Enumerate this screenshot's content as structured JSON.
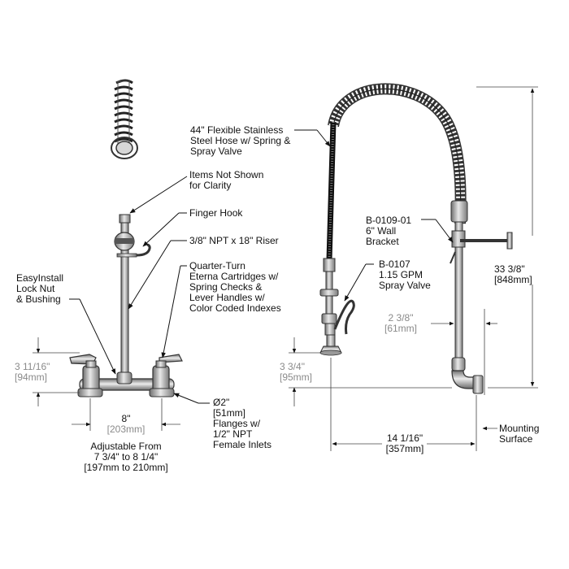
{
  "callouts": {
    "hose": [
      "44\" Flexible Stainless",
      "Steel Hose w/ Spring &",
      "Spray Valve"
    ],
    "items_not_shown": [
      "Items Not Shown",
      "for Clarity"
    ],
    "finger_hook": "Finger Hook",
    "riser": "3/8\" NPT x 18\" Riser",
    "easyinstall": [
      "EasyInstall",
      "Lock Nut",
      "& Bushing"
    ],
    "quarter_turn": [
      "Quarter-Turn",
      "Eterna Cartridges w/",
      "Spring Checks &",
      "Lever Handles w/",
      "Color Coded Indexes"
    ],
    "bracket": [
      "B-0109-01",
      "6\" Wall",
      "Bracket"
    ],
    "spray_valve": [
      "B-0107",
      "1.15 GPM",
      "Spray Valve"
    ],
    "flanges": [
      "Ø2\"",
      "[51mm]",
      "Flanges w/",
      "1/2\" NPT",
      "Female Inlets"
    ],
    "mounting": [
      "Mounting",
      "Surface"
    ]
  },
  "dimensions": {
    "height_total": {
      "imperial": "33 3/8\"",
      "metric": "[848mm]"
    },
    "offset_left": {
      "imperial": "3 11/16\"",
      "metric": "[94mm]"
    },
    "offset_right": {
      "imperial": "3 3/4\"",
      "metric": "[95mm]"
    },
    "center": {
      "imperial": "8\"",
      "metric": "[203mm]"
    },
    "adjustable": [
      "Adjustable From",
      "7 3/4\" to 8 1/4\"",
      "[197mm to 210mm]"
    ],
    "projection": {
      "imperial": "14 1/16\"",
      "metric": "[357mm]"
    },
    "riser_offset": {
      "imperial": "2 3/8\"",
      "metric": "[61mm]"
    }
  }
}
